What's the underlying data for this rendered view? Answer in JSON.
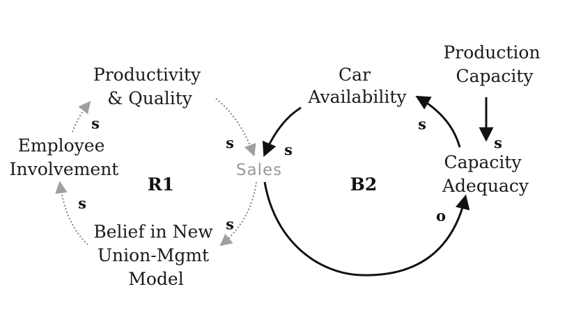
{
  "nodes": {
    "productivity_quality": [
      "Productivity",
      "& Quality"
    ],
    "employee_involvement": [
      "Employee",
      "Involvement"
    ],
    "belief_new_model": [
      "Belief in New",
      "Union-Mgmt",
      "Model"
    ],
    "sales": "Sales",
    "car_availability": [
      "Car",
      "Availability"
    ],
    "production_capacity": [
      "Production",
      "Capacity"
    ],
    "capacity_adequacy": [
      "Capacity",
      "Adequacy"
    ]
  },
  "loops": {
    "r1": "R1",
    "b2": "B2"
  },
  "polarities": {
    "employee_to_productivity": "s",
    "productivity_to_sales": "s",
    "sales_to_belief": "s",
    "belief_to_employee": "s",
    "car_availability_to_sales": "s",
    "capacity_adequacy_to_car_availability": "s",
    "production_capacity_to_capacity_adequacy": "s",
    "sales_to_capacity_adequacy": "o"
  },
  "colors": {
    "ink": "#111111",
    "faint": "#9a9a9a",
    "dotted": "#8a8a8a"
  }
}
